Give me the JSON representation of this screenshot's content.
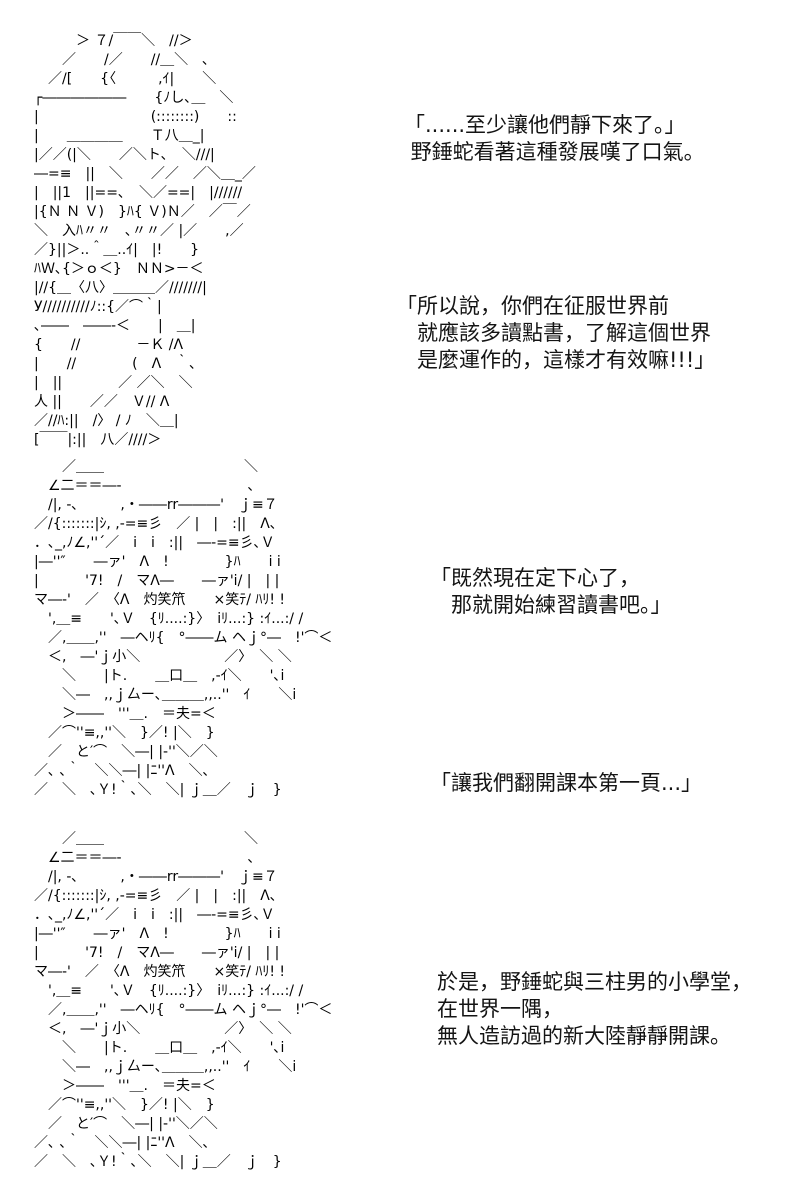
{
  "page": {
    "background_color": "#ffffff",
    "text_color": "#141414",
    "kind": "ascii-art-comic-page"
  },
  "panels": [
    {
      "name": "snake-character-aa",
      "aa_lines": [
        "　　　＞ ７/￣￣＼　//＞",
        "　　／　　/／　　//＿＼　､",
        "　／/[　　{〈　　　,ｲ|　　＼",
        "┌――――――　　{ﾉし､＿　＼",
        "|　　　　　　　　(::::::::)　　::",
        "|　　＿＿＿＿　　Ｔ八＿_|",
        "|／／(|＼　　／＼ト､　＼///|",
        "―=≡　||　＼　　／／　／＼＿_／",
        "|　||1　||==､　＼／==|　|//////",
        "|{Ｎ Ｎ Ｖ)　}ﾊ{ Ｖ)Ｎ／　／￣／",
        "＼　入ﾊ〃〃　､〃〃／ |／　　,／",
        "／}||＞..＾＿..ｲ|　|!　　}",
        "ﾊＷ､{＞ｏ＜}　ＮＮ>－＜",
        "|//{＿〈八〉＿＿＿／///////|",
        "У//////////ﾉ::{／⌒｀|",
        "､――　――-＜　　|　＿|",
        "{　　//　　　　－Ｋ /Λ",
        "|　　//　　　　(　Λ　｀､",
        "|　||　　　　／ ／＼　＼",
        "人 ||　　／／　Ｖ// Λ",
        "／//ﾊ:||　/〉 / ﾉ　＼＿|",
        "[￣￣|:||　八／////＞"
      ]
    },
    {
      "name": "girl-character-aa-1",
      "aa_lines": [
        "　　／＿＿　　　　　　　　　　＼",
        "　∠二＝＝―-　　　　　　　　　､",
        "　/|, -､　　　,・――rr―――'　ｊ≡７",
        "／/{:::::::|ｼ, ,-=≡彡　／ |　|　:||　Λ､",
        "．､_,ﾉ∠,''´／　i　i　:||　―-=≡彡､Ｖ",
        "|―''″　　―ァ'　Λ　!　　　　}ﾊ　　i i",
        "|　　　 '7!　/　マΛ―　　―ァ'i/ |　| |",
        "マ―-'　／　〈Λ　灼笑笊　　×笑ﾃ/ ﾊﾘ! !",
        "　',＿≡　　'､Ｖ　{ﾘ....:}〉　iﾘ...:} :ｲ...:/ /",
        "　／,＿＿,''　―ヘﾘ{　°――ム ヘｊ°―　!'⌒＜",
        "　＜,　―'ｊ小＼　　　　　　／〉　＼ ＼",
        "　　＼　　|ト.　　＿口＿　,-ｲ＼　　'､i",
        "　　＼―　,,ｊ厶ー､＿＿＿,,..''　ｲ　　＼i",
        "　　＞――　'''＿.　＝夫=＜",
        "　／⌒''≡,,''＼　}／! |＼　}",
        "　／　と′⌒　＼―| |-''＼／＼",
        "／､ ､｀　＼＼―| |ﾆ''Λ　＼､",
        "／　＼　､Ｙ!｀､＼　＼| ｊ＿／　ｊ　}"
      ]
    },
    {
      "name": "girl-character-aa-2",
      "aa_lines": [
        "　　／＿＿　　　　　　　　　　＼",
        "　∠二＝＝―-　　　　　　　　　､",
        "　/|, -､　　　,・――rr―――'　ｊ≡７",
        "／/{:::::::|ｼ, ,-=≡彡　／ |　|　:||　Λ､",
        "．､_,ﾉ∠,''´／　i　i　:||　―-=≡彡､Ｖ",
        "|―''″　　―ァ'　Λ　!　　　　}ﾊ　　i i",
        "|　　　 '7!　/　マΛ―　　―ァ'i/ |　| |",
        "マ―-'　／　〈Λ　灼笑笊　　×笑ﾃ/ ﾊﾘ! !",
        "　',＿≡　　'､Ｖ　{ﾘ....:}〉　iﾘ...:} :ｲ...:/ /",
        "　／,＿＿,''　―ヘﾘ{　°――ム ヘｊ°―　!'⌒＜",
        "　＜,　―'ｊ小＼　　　　　　／〉　＼ ＼",
        "　　＼　　|ト.　　＿口＿　,-ｲ＼　　'､i",
        "　　＼―　,,ｊ厶ー､＿＿＿,,..''　ｲ　　＼i",
        "　　＞――　'''＿.　＝夫=＜",
        "　／⌒''≡,,''＼　}／! |＼　}",
        "　／　と′⌒　＼―| |-''＼／＼",
        "／､ ､｀　＼＼―| |ﾆ''Λ　＼､",
        "／　＼　､Ｙ!｀､＼　＼| ｊ＿／　ｊ　}"
      ]
    }
  ],
  "dialogues": [
    {
      "name": "dialogue-sigh",
      "lines": [
        "「......至少讓他們靜下來了。」",
        " 野錘蛇看著這種發展嘆了口氣。"
      ]
    },
    {
      "name": "dialogue-lecture",
      "lines": [
        "「所以說，你們在征服世界前",
        "　就應該多讀點書，了解這個世界",
        "　是麼運作的，這樣才有效嘛!!!」"
      ]
    },
    {
      "name": "dialogue-study",
      "lines": [
        "「既然現在定下心了，",
        "　那就開始練習讀書吧。」"
      ]
    },
    {
      "name": "dialogue-textbook",
      "lines": [
        "「讓我們翻開課本第一頁...」"
      ]
    },
    {
      "name": "narration-ending",
      "lines": [
        "於是，野錘蛇與三柱男的小學堂，",
        "在世界一隅，",
        "無人造訪過的新大陸靜靜開課。"
      ]
    }
  ]
}
